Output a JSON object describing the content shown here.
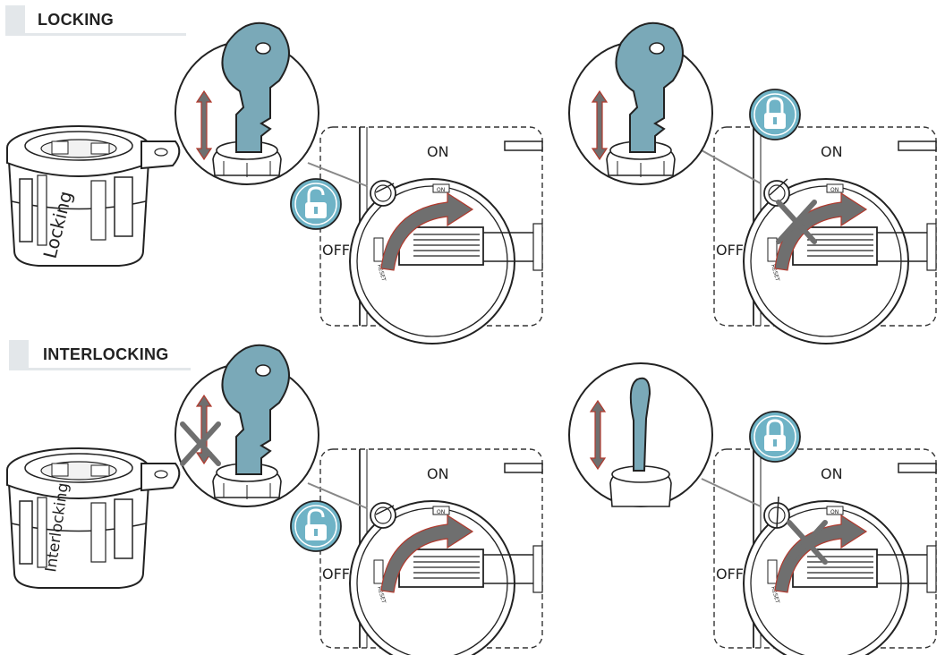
{
  "colors": {
    "key_fill": "#7aa9b8",
    "badge_fill": "#6fb3c6",
    "arrow_fill": "#6f6f6f",
    "arrow_outline": "#b03a2e",
    "line": "#222222"
  },
  "sections": [
    {
      "title": "LOCKING"
    },
    {
      "title": "INTERLOCKING"
    }
  ],
  "cylinders": [
    {
      "label": "Locking"
    },
    {
      "label": "Interlocking"
    }
  ],
  "panel": {
    "on_label": "ON",
    "off_label": "OFF",
    "dial_on_label": "ON",
    "dial_off_label": "OFF",
    "dial_reset_label": "RESET"
  },
  "icons": {
    "unlocked_badge": "padlock-open-icon",
    "locked_badge": "padlock-closed-icon",
    "forbidden_mark": "cross-icon",
    "motion_arrow": "double-arrow-icon",
    "rotate_arrow": "rotate-arrow-icon"
  }
}
